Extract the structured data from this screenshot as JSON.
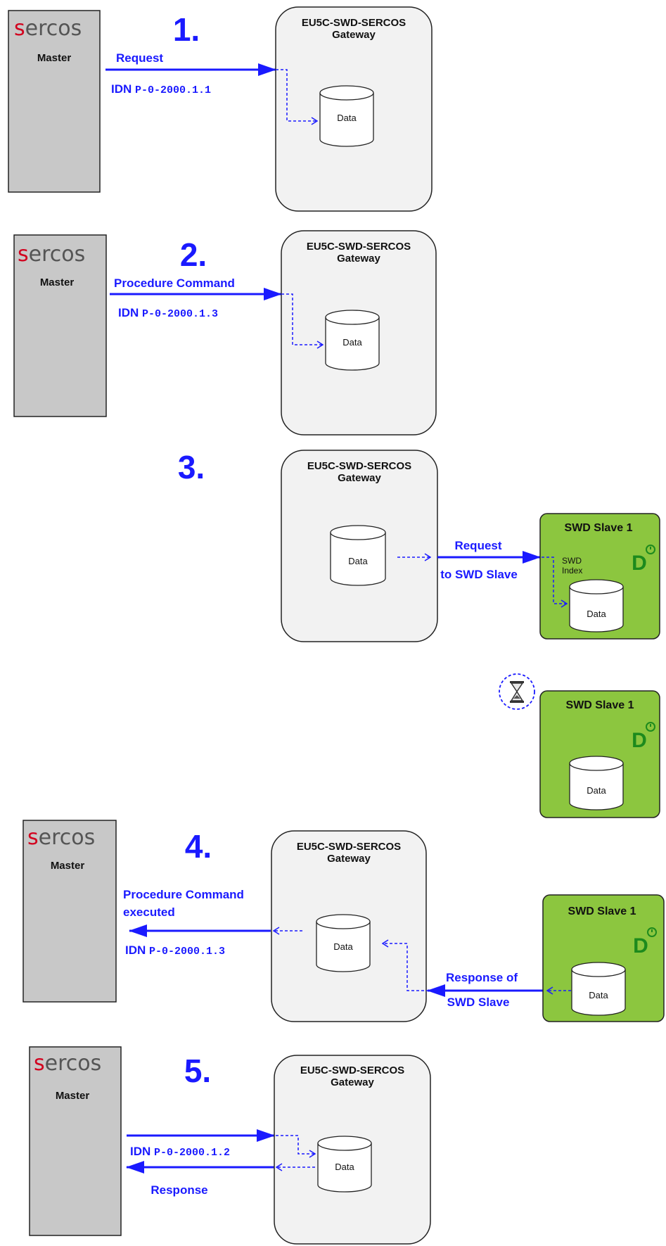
{
  "colors": {
    "arrow": "#1a1aff",
    "master_fill": "#c8c8c8",
    "gateway_fill": "#f2f2f2",
    "slave_fill": "#8cc63f",
    "logo_red": "#d2001e"
  },
  "labels": {
    "sercos_s": "s",
    "sercos_rest": "ercos",
    "master": "Master",
    "gateway_line1": "EU5C-SWD-SERCOS",
    "gateway_line2": "Gateway",
    "data": "Data",
    "slave_title": "SWD Slave 1",
    "swd_index_line1": "SWD",
    "swd_index_line2": "Index",
    "d_symbol": "D"
  },
  "steps": {
    "s1": {
      "number": "1.",
      "arrow_label": "Request",
      "idn_prefix": "IDN ",
      "idn_code": "P-0-2000.1.1"
    },
    "s2": {
      "number": "2.",
      "arrow_label": "Procedure Command",
      "idn_prefix": "IDN ",
      "idn_code": "P-0-2000.1.3"
    },
    "s3": {
      "number": "3.",
      "arrow_label_line1": "Request",
      "arrow_label_line2": "to SWD Slave"
    },
    "s4": {
      "number": "4.",
      "label_line1": "Procedure Command",
      "label_line2": "executed",
      "idn_prefix": "IDN ",
      "idn_code": "P-0-2000.1.3",
      "slave_label_line1": "Response of",
      "slave_label_line2": "SWD Slave"
    },
    "s5": {
      "number": "5.",
      "idn_prefix": "IDN ",
      "idn_code": "P-0-2000.1.2",
      "response_label": "Response"
    }
  },
  "icons": {
    "wait": "hourglass-icon",
    "swd": "swd-d-logo-icon"
  }
}
